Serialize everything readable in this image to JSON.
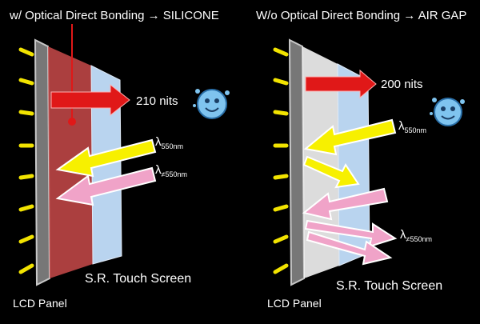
{
  "left": {
    "title": "w/ Optical Direct Bonding → SILICONE",
    "nits_label": "210 nits",
    "lambda_top": "λ",
    "lambda_top_sub": "550nm",
    "lambda_bottom": "λ",
    "lambda_bottom_sub": "≠550nm",
    "touch_screen_label": "S.R. Touch Screen",
    "lcd_label": "LCD Panel"
  },
  "right": {
    "title": "W/o Optical Direct Bonding → AIR GAP",
    "nits_label": "200 nits",
    "lambda_top": "λ",
    "lambda_top_sub": "550nm",
    "lambda_bottom": "λ",
    "lambda_bottom_sub": "≠550nm",
    "touch_screen_label": "S.R. Touch Screen",
    "lcd_label": "LCD Panel"
  },
  "colors": {
    "background": "#000000",
    "silicone": "#c94a4a",
    "touch_screen": "#b9d4ef",
    "backlight": "#f2e300",
    "arrow_red": "#e01818",
    "arrow_yellow": "#f7f000",
    "arrow_pink": "#f0a3c8",
    "frame": "#9a9a9a"
  },
  "icons": [
    "smiling-sun-icon-left",
    "smiling-sun-icon-right"
  ]
}
